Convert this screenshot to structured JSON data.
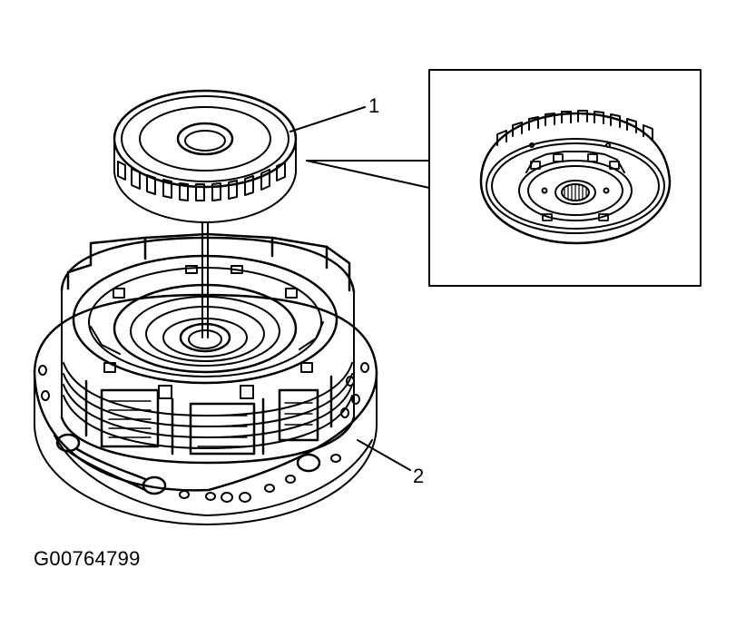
{
  "callouts": {
    "one": "1",
    "two": "2"
  },
  "figure_id": "G00764799",
  "colors": {
    "line": "#000000",
    "background": "#ffffff"
  }
}
